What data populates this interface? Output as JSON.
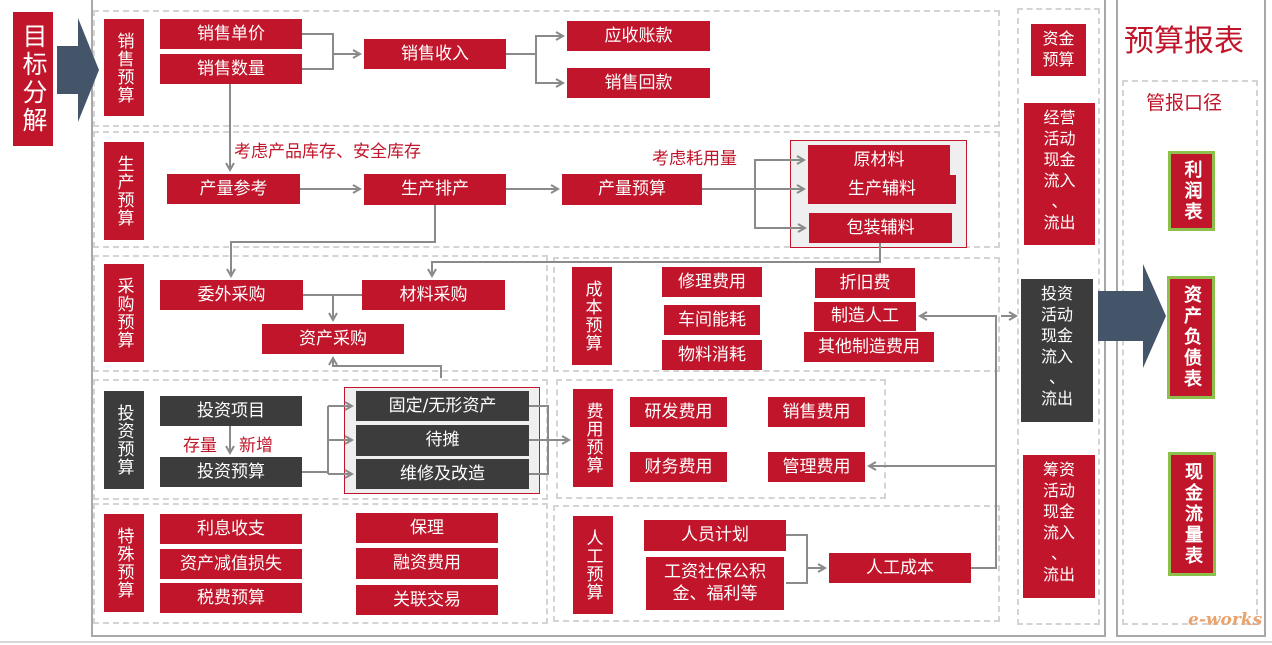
{
  "goal": {
    "label": "目标分解"
  },
  "sections": {
    "sales": {
      "title": "销售预算",
      "unit_price": "销售单价",
      "quantity": "销售数量",
      "revenue": "销售收入",
      "receivables": "应收账款",
      "collection": "销售回款"
    },
    "production": {
      "title": "生产预算",
      "note_inventory": "考虑产品库存、安全库存",
      "output_reference": "产量参考",
      "scheduling": "生产排产",
      "output_budget": "产量预算",
      "note_consumption": "考虑耗用量",
      "raw_material": "原材料",
      "production_aux": "生产辅料",
      "packaging_aux": "包装辅料"
    },
    "purchasing": {
      "title": "采购预算",
      "outsourcing": "委外采购",
      "material": "材料采购",
      "asset": "资产采购"
    },
    "cost": {
      "title": "成本预算",
      "items": [
        "修理费用",
        "车间能耗",
        "物料消耗",
        "折旧费",
        "制造人工",
        "其他制造费用"
      ]
    },
    "investment": {
      "title": "投资预算",
      "project": "投资项目",
      "note_stock": "存量",
      "note_new": "新增",
      "budget": "投资预算",
      "fixed_assets": "固定/无形资产",
      "amortization": "待摊",
      "repair": "维修及改造"
    },
    "expense": {
      "title": "费用预算",
      "items": [
        "研发费用",
        "销售费用",
        "财务费用",
        "管理费用"
      ]
    },
    "special": {
      "title": "特殊预算",
      "left": [
        "利息收支",
        "资产减值损失",
        "税费预算"
      ],
      "right": [
        "保理",
        "融资费用",
        "关联交易"
      ]
    },
    "labor": {
      "title": "人工预算",
      "plan": "人员计划",
      "wages": "工资社保公积\n金、福利等",
      "cost": "人工成本"
    }
  },
  "funds": {
    "title": "资金预算",
    "operating": "经营\n活动\n现金\n流入\n、\n流出",
    "investing": "投资\n活动\n现金\n流入\n、\n流出",
    "financing": "筹资\n活动\n现金\n流入\n、\n流出"
  },
  "reports": {
    "title": "预算报表",
    "subtitle": "管报口径",
    "items": [
      "利润表",
      "资产负债表",
      "现金流量表"
    ]
  },
  "watermark": {
    "text": "e-works"
  }
}
